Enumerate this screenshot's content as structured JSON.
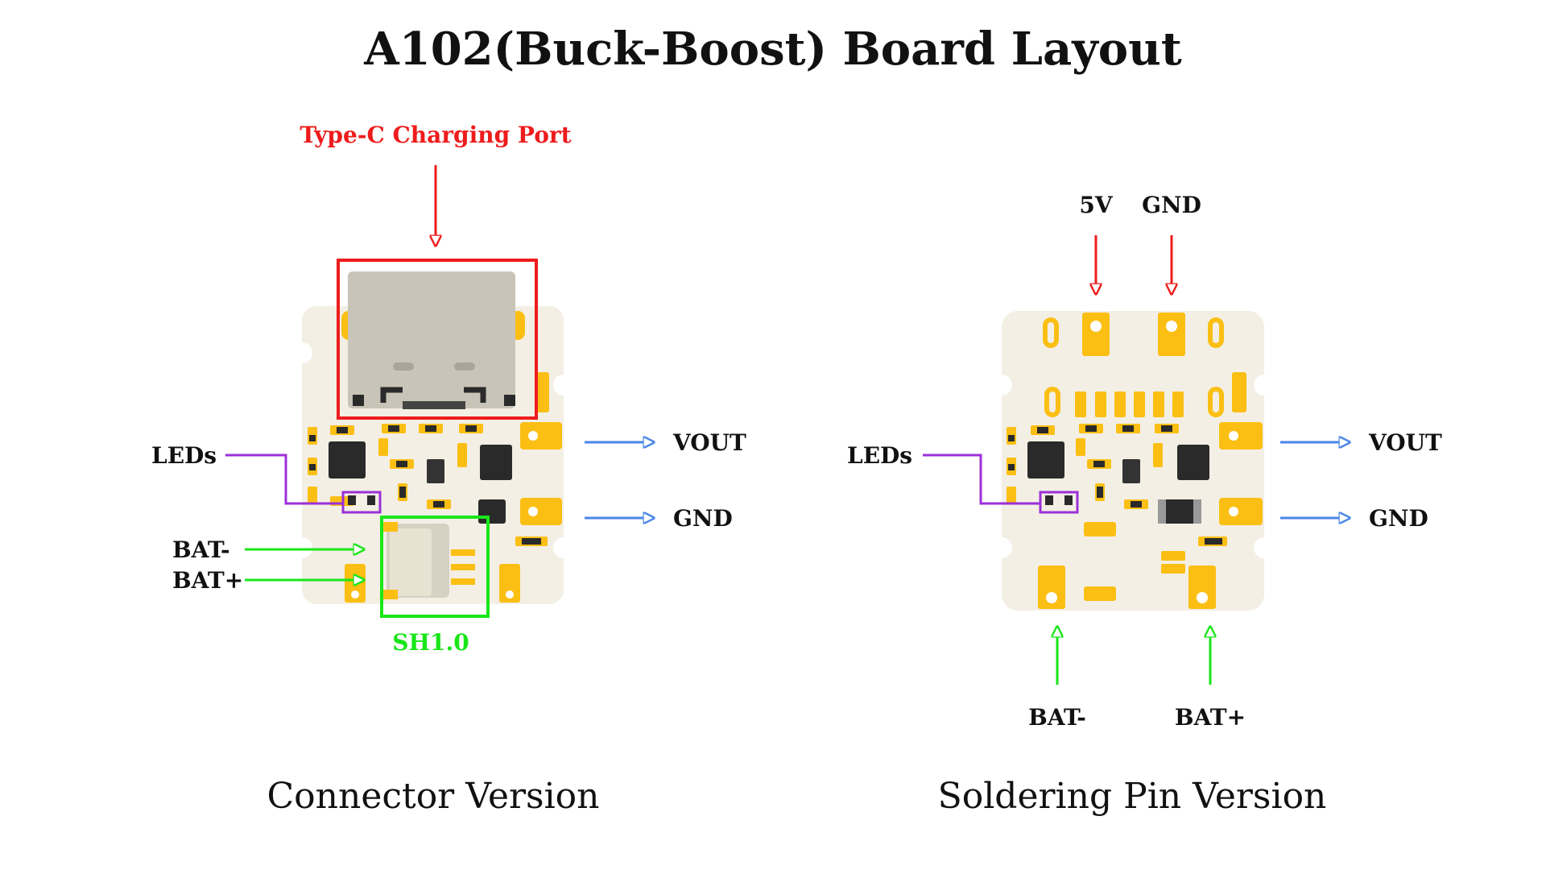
{
  "title": "A102(Buck-Boost) Board Layout",
  "connector_version": {
    "caption": "Connector Version",
    "labels": {
      "type_c": "Type-C Charging Port",
      "leds": "LEDs",
      "bat_minus": "BAT-",
      "bat_plus": "BAT+",
      "sh10": "SH1.0",
      "vout": "VOUT",
      "gnd": "GND"
    }
  },
  "soldering_version": {
    "caption": "Soldering Pin Version",
    "labels": {
      "v5": "5V",
      "gnd_top": "GND",
      "leds": "LEDs",
      "vout": "VOUT",
      "gnd": "GND",
      "bat_minus": "BAT-",
      "bat_plus": "BAT+"
    }
  },
  "colors": {
    "red": "#ee1c1c",
    "green": "#19e619",
    "blue": "#4a86e8",
    "purple": "#9b30d9",
    "board": "#f3efe4",
    "pad": "#fbbf14",
    "chip": "#2a2a2a",
    "connector": "#c8c4b8"
  }
}
